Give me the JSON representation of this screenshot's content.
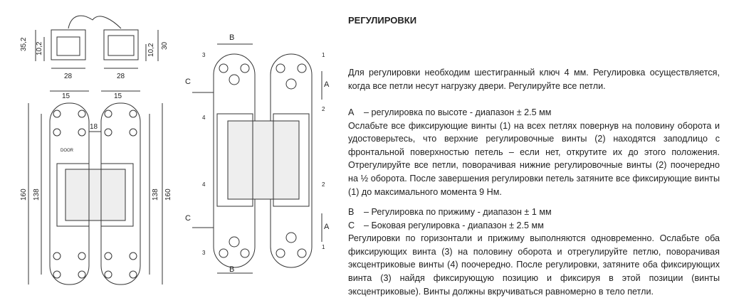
{
  "title": "РЕГУЛИРОВКИ",
  "intro": "Для регулировки необходим шестигранный ключ 4 мм. Регулировка осуществляется, когда все петли несут нагрузку двери. Регулируйте все петли.",
  "section_a": {
    "key": "A",
    "heading": "– регулировка по высоте - диапазон ± 2.5 мм",
    "body": "Ослабьте все фиксирующие винты (1) на всех петлях повернув на половину оборота и удостоверьтесь, что верхние регулировочные винты (2) находятся заподлицо с фронтальной поверхностью петель – если нет, открутите их до этого положения. Отрегулируйте все петли, поворачивая нижние регулировочные винты (2) поочередно на ½ оборота. После завершения регулировки петель затяните все фиксирующие винты (1) до максимального момента 9 Нм."
  },
  "section_b": {
    "key": "B",
    "heading": "– Регулировка по прижиму - диапазон ± 1 мм"
  },
  "section_c": {
    "key": "C",
    "heading": "– Боковая регулировка - диапазон ± 2.5 мм",
    "body": "Регулировки по горизонтали и прижиму выполняются одновременно. Ослабьте оба фиксирующих винта (3) на половину оборота и отрегулируйте петлю, поворачивая эксцентриковые винты (4) поочередно. После регулировки, затяните оба фиксирующих винта (3) найдя фиксирующую позицию и фиксируя в этой позиции (винты эксцентриковые). Винты должны вкручиваться равномерно в тело петли."
  },
  "drawing": {
    "dims": {
      "h35": "35,2",
      "h10a": "10,2",
      "w28a": "28",
      "w28b": "28",
      "h10b": "10,2",
      "h30": "30",
      "w15a": "15",
      "w15b": "15",
      "w18": "18",
      "h160a": "160",
      "h138a": "138",
      "h138b": "138",
      "h160b": "160"
    },
    "labels": {
      "b_top": "B",
      "b_bottom": "B",
      "c_top": "C",
      "c_bottom": "C",
      "a_top": "A",
      "a_bottom": "A",
      "n1a": "1",
      "n1b": "1",
      "n2a": "2",
      "n2b": "2",
      "n3a": "3",
      "n3b": "3",
      "n4a": "4",
      "n4b": "4",
      "door": "DOOR"
    }
  }
}
